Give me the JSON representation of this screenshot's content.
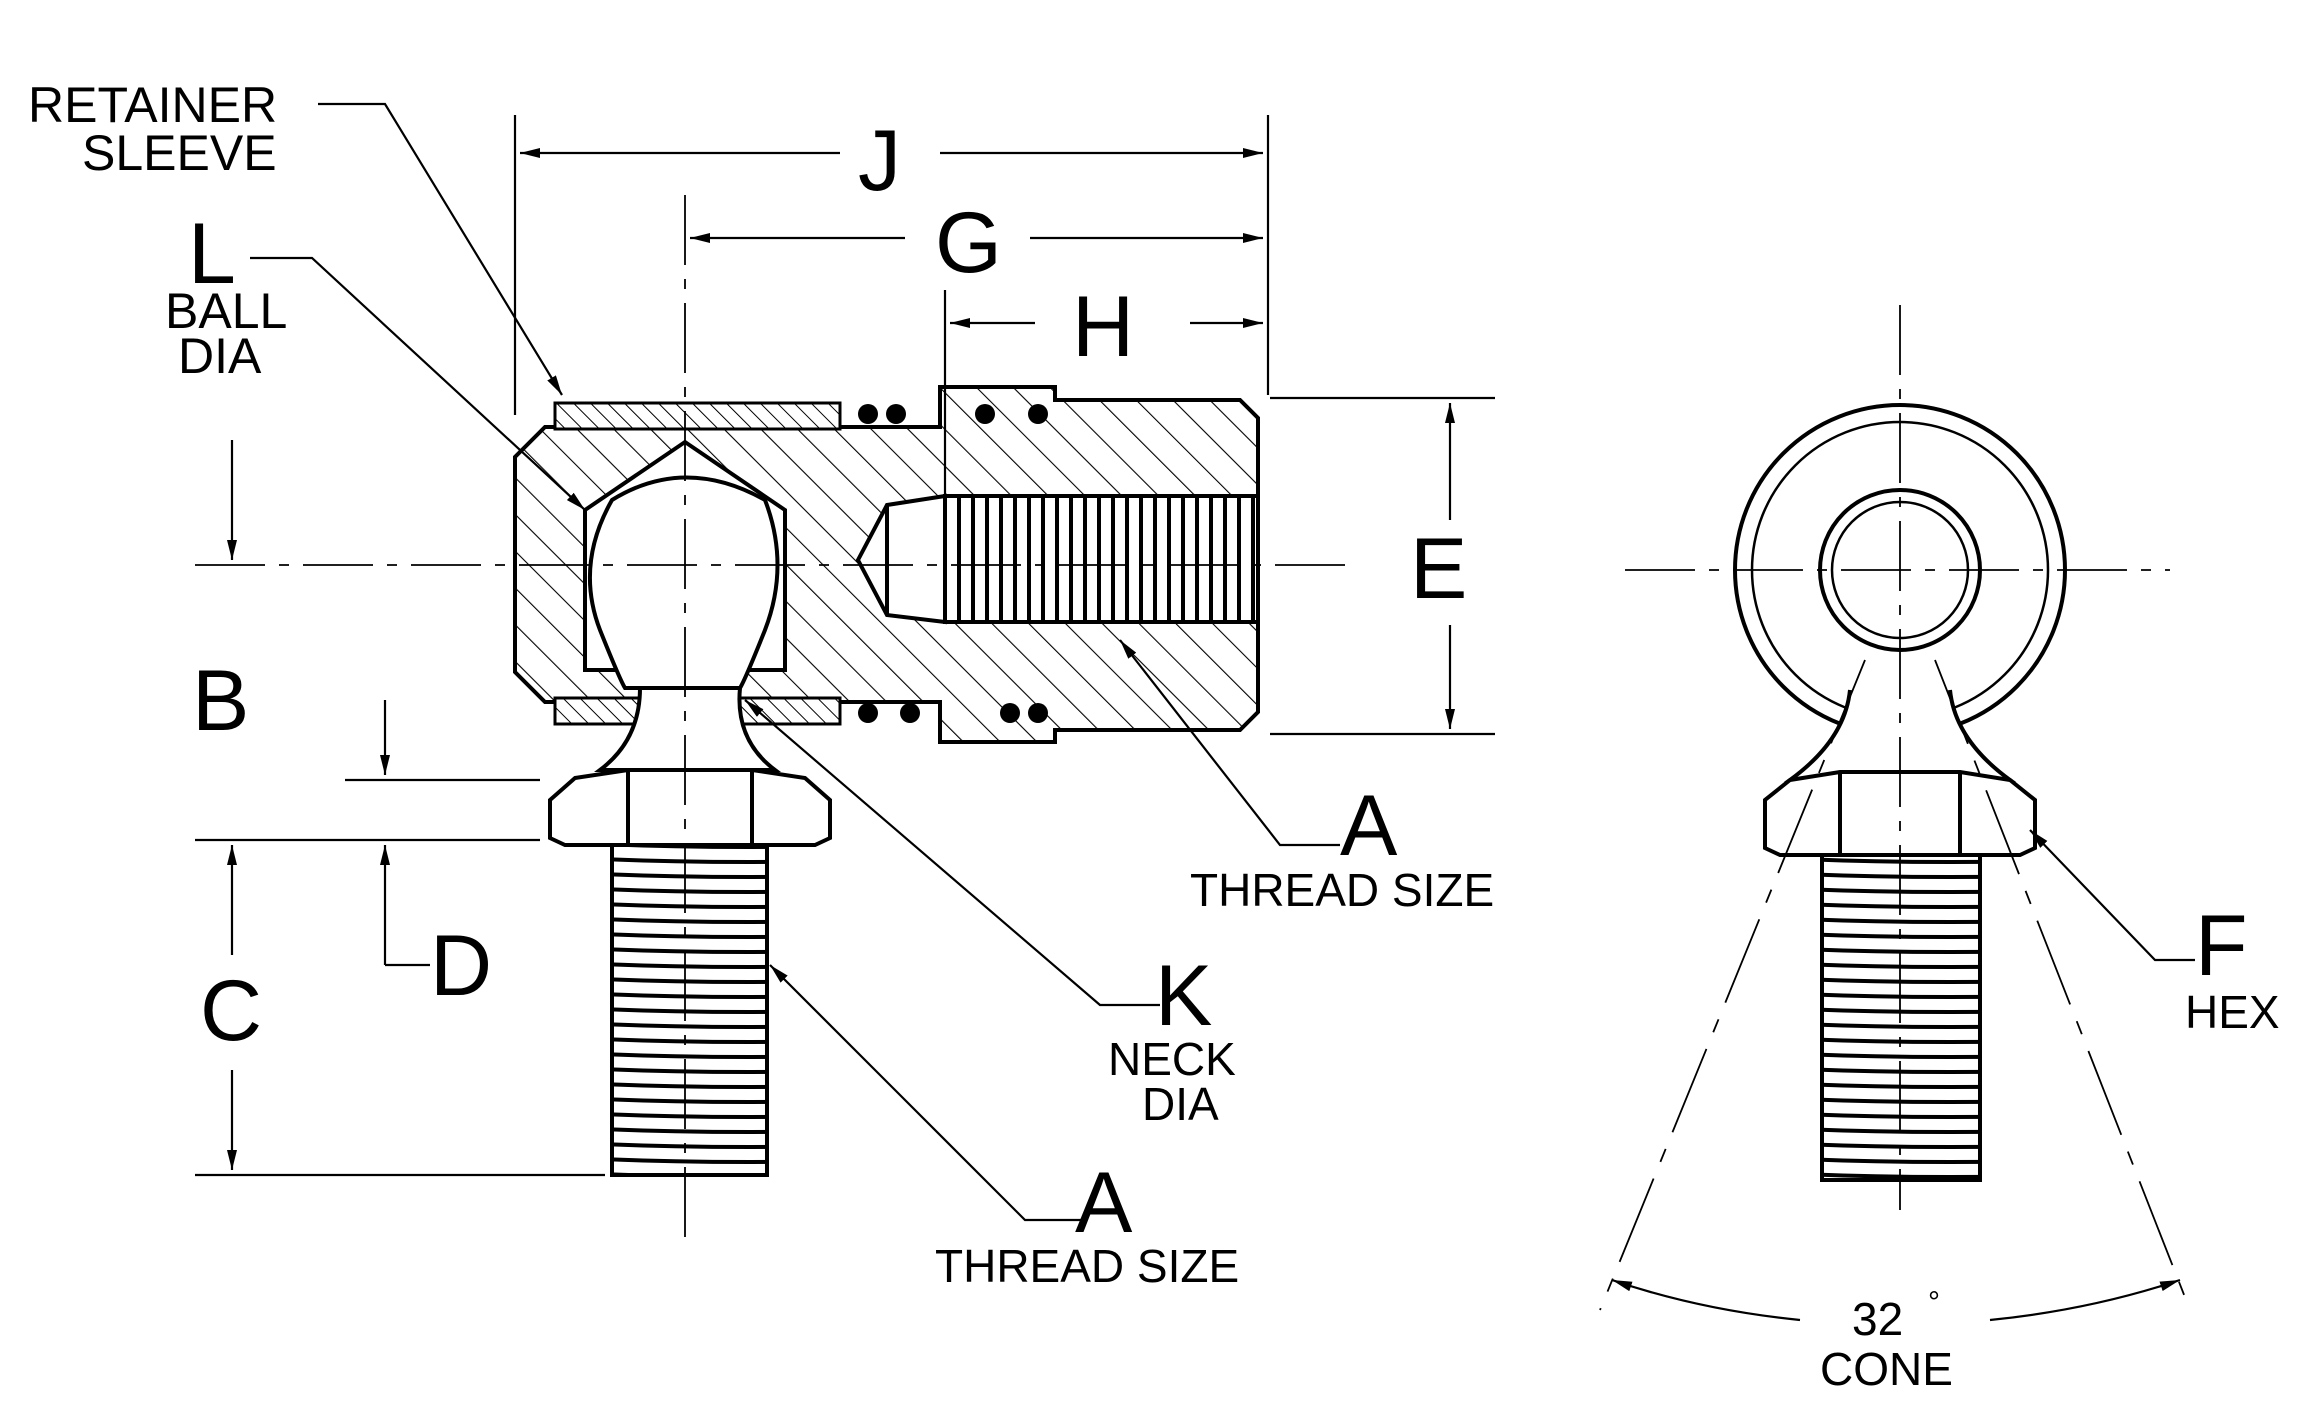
{
  "labels": {
    "retainer_line1": "RETAINER",
    "retainer_line2": "SLEEVE",
    "L": "L",
    "ball_line1": "BALL",
    "ball_line2": "DIA",
    "J": "J",
    "G": "G",
    "H": "H",
    "E": "E",
    "B": "B",
    "C": "C",
    "D": "D",
    "A_right": "A",
    "thread_right": "THREAD SIZE",
    "K": "K",
    "neck_line1": "NECK",
    "neck_line2": "DIA",
    "A_bottom": "A",
    "thread_bottom": "THREAD SIZE",
    "F": "F",
    "hex": "HEX",
    "cone_angle": "32",
    "degree": "°",
    "cone": "CONE"
  }
}
